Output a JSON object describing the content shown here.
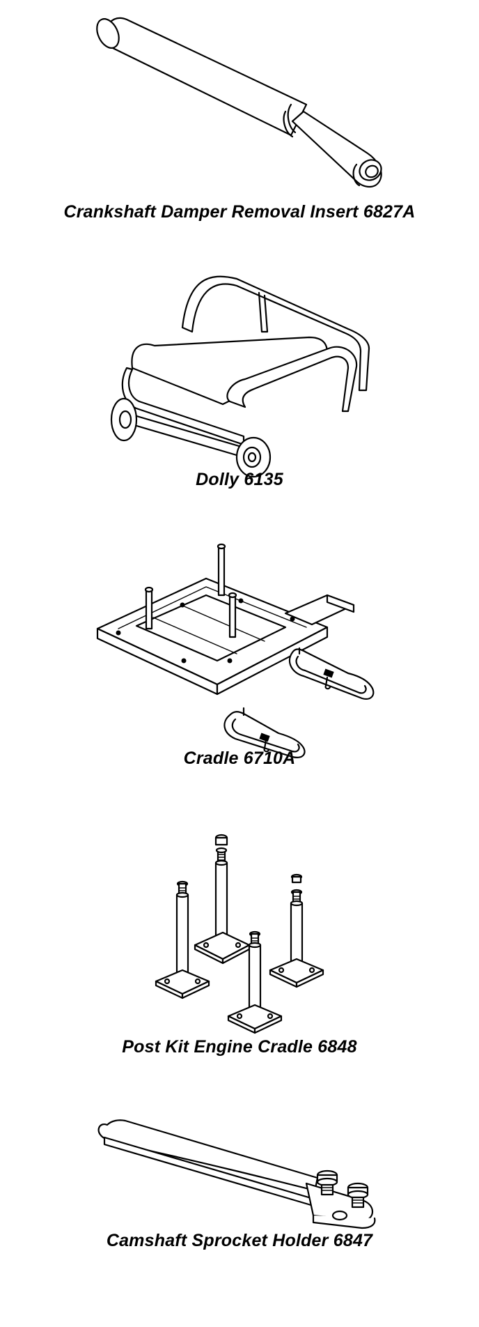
{
  "figures": [
    {
      "caption": "Crankshaft Damper Removal Insert 6827A",
      "icon": "crankshaft-damper-insert-icon"
    },
    {
      "caption": "Dolly 6135",
      "icon": "dolly-icon"
    },
    {
      "caption": "Cradle 6710A",
      "icon": "cradle-icon"
    },
    {
      "caption": "Post Kit Engine Cradle 6848",
      "icon": "post-kit-icon"
    },
    {
      "caption": "Camshaft Sprocket Holder 6847",
      "icon": "camshaft-sprocket-holder-icon"
    }
  ]
}
